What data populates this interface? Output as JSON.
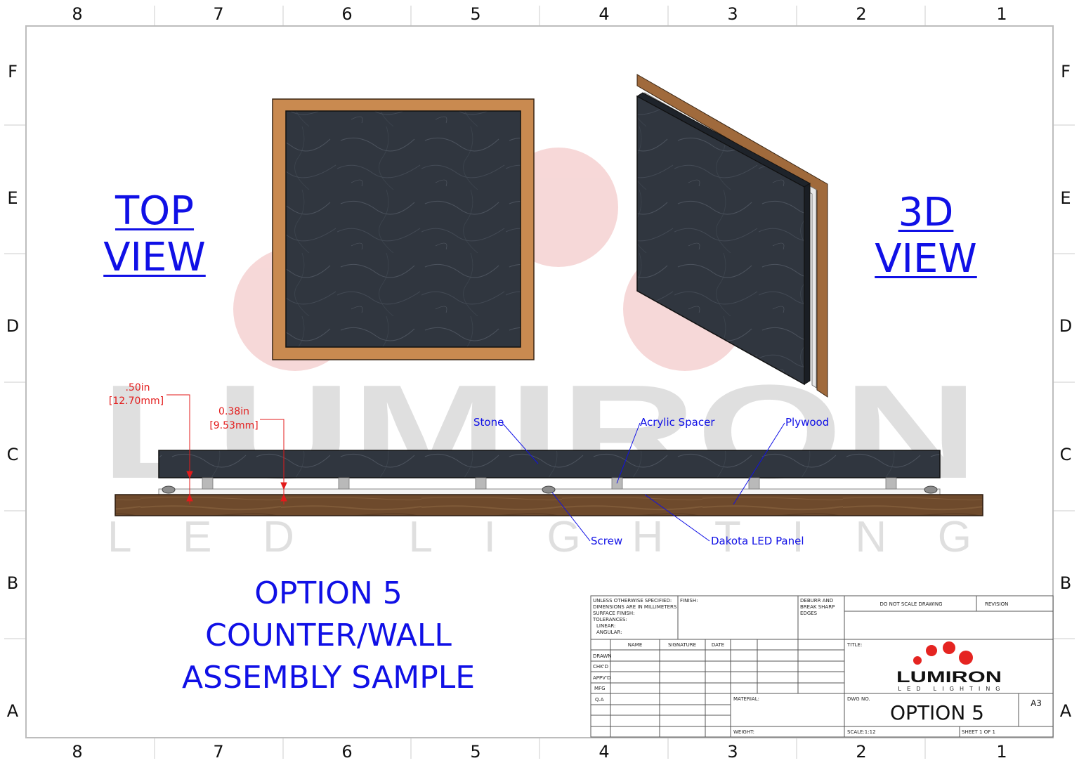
{
  "colors": {
    "annotation_blue": "#1010e6",
    "dimension_red": "#e31b1b",
    "plywood": "#c98a50",
    "stone": "#2f3540",
    "logo_red": "#e52421"
  },
  "zones": {
    "columns": [
      "8",
      "7",
      "6",
      "5",
      "4",
      "3",
      "2",
      "1"
    ],
    "rows": [
      "F",
      "E",
      "D",
      "C",
      "B",
      "A"
    ]
  },
  "views": {
    "top": {
      "line1": "TOP",
      "line2": "VIEW"
    },
    "iso": {
      "line1": "3D",
      "line2": "VIEW"
    }
  },
  "watermark": {
    "line1": "LUMIRON",
    "line2": "LED LIGHTING"
  },
  "callouts": {
    "stone": "Stone",
    "acrylic_spacer": "Acrylic Spacer",
    "plywood": "Plywood",
    "screw": "Screw",
    "led_panel": "Dakota LED Panel"
  },
  "dimensions": {
    "total": {
      "imperial": ".50in",
      "metric": "[12.70mm]"
    },
    "gap": {
      "imperial": "0.38in",
      "metric": "[9.53mm]"
    }
  },
  "title_block_text": {
    "line1": "OPTION 5",
    "line2": "COUNTER/WALL",
    "line3": "ASSEMBLY SAMPLE"
  },
  "title_block": {
    "notes": [
      "UNLESS OTHERWISE SPECIFIED:",
      "DIMENSIONS ARE IN MILLIMETERS",
      "SURFACE FINISH:",
      "TOLERANCES:",
      "LINEAR:",
      "ANGULAR:"
    ],
    "finish_label": "FINISH:",
    "deburr": [
      "DEBURR AND",
      "BREAK SHARP",
      "EDGES"
    ],
    "do_not_scale": "DO NOT SCALE DRAWING",
    "revision_label": "REVISION",
    "col_headers": [
      "NAME",
      "SIGNATURE",
      "DATE"
    ],
    "row_labels": [
      "DRAWN",
      "CHK'D",
      "APPV'D",
      "MFG",
      "Q.A"
    ],
    "title_label": "TITLE:",
    "material_label": "MATERIAL:",
    "weight_label": "WEIGHT:",
    "dwg_no_label": "DWG NO.",
    "dwg_no": "OPTION 5",
    "size": "A3",
    "scale": "SCALE:1:12",
    "sheet": "SHEET 1 OF 1",
    "logo_main": "LUMIRON",
    "logo_sub": "LED LIGHTING"
  }
}
